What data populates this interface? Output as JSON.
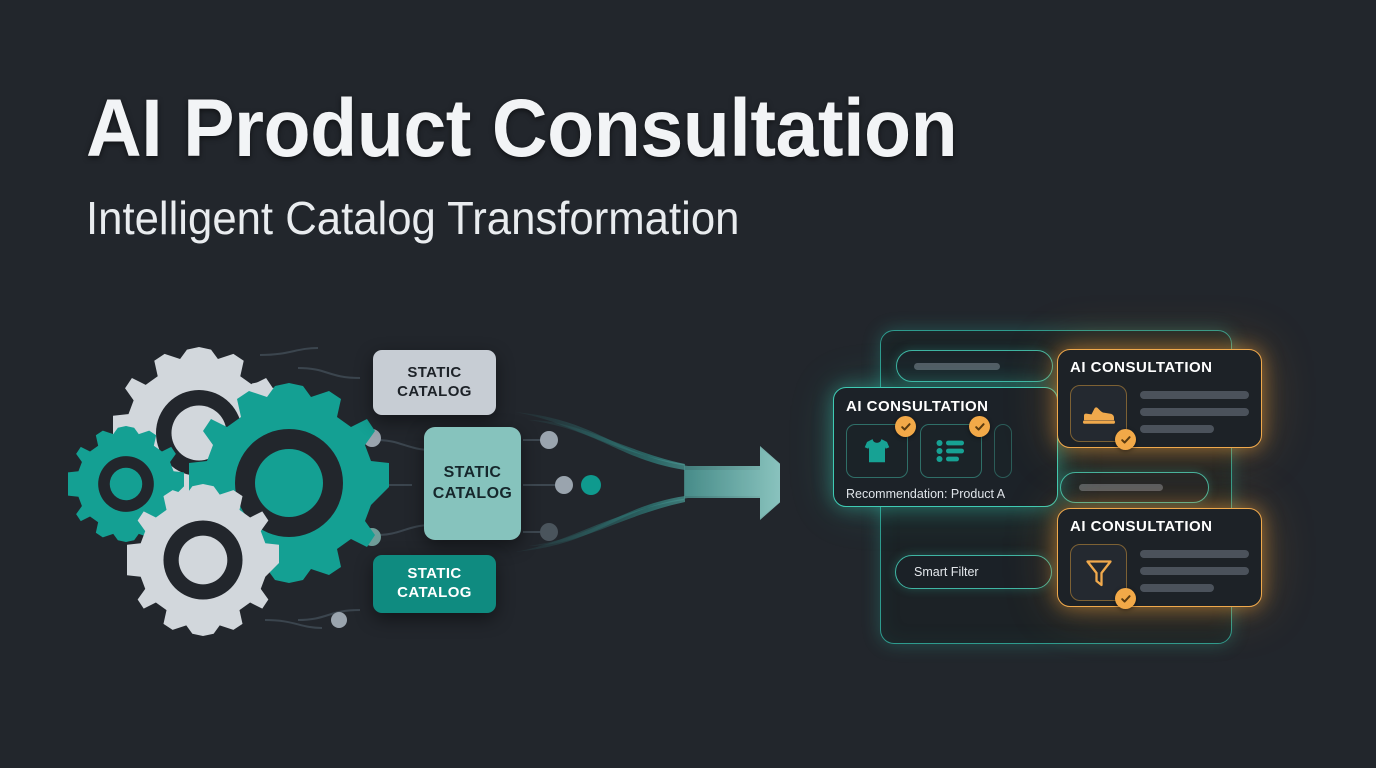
{
  "header": {
    "title": "AI Product Consultation",
    "subtitle": "Intelligent Catalog Transformation"
  },
  "colors": {
    "background": "#22262c",
    "teal": "#0f8b80",
    "teal_bright": "#3fcbb4",
    "teal_mid": "#86c3bd",
    "gear_gray": "#c7cdd4",
    "orange": "#f0a94c",
    "badge_orange": "#f2a948",
    "text_light": "#f2f4f6",
    "line_gray": "#4b525b"
  },
  "left_diagram": {
    "gears": [
      {
        "name": "gear-large-gray",
        "color": "#c7cdd4"
      },
      {
        "name": "gear-small-teal",
        "color": "#0f8b80"
      },
      {
        "name": "gear-tiny-gray",
        "color": "#c7cdd4"
      },
      {
        "name": "gear-large-teal",
        "color": "#0f9a8e"
      },
      {
        "name": "gear-bottom-gray",
        "color": "#c7cdd4"
      }
    ],
    "boxes": [
      {
        "id": "cat-top",
        "line1": "STATIC",
        "line2": "CATALOG",
        "style": "light-gray"
      },
      {
        "id": "cat-mid",
        "line1": "STATIC",
        "line2": "CATALOG",
        "style": "teal-mid"
      },
      {
        "id": "cat-bot",
        "line1": "STATIC",
        "line2": "CATALOG",
        "style": "teal-solid"
      }
    ],
    "arrow": {
      "name": "converging-arrow",
      "direction": "right"
    }
  },
  "right_panel": {
    "back_panel": {
      "name": "catalog-back-panel"
    },
    "pills": [
      {
        "id": "pill-top",
        "text": ""
      },
      {
        "id": "pill-mid",
        "text": ""
      },
      {
        "id": "pill-filter",
        "text": "Smart Filter"
      }
    ],
    "teal_card": {
      "title": "AI CONSULTATION",
      "recommendation": "Recommendation: Product A",
      "icons": [
        {
          "name": "tshirt-icon",
          "checked": true
        },
        {
          "name": "list-icon",
          "checked": true
        }
      ]
    },
    "orange_cards": [
      {
        "id": "oc-1",
        "title": "AI CONSULTATION",
        "icon": "shoe-icon",
        "checked": true,
        "lines": 3
      },
      {
        "id": "oc-2",
        "title": "AI CONSULTATION",
        "icon": "funnel-filter-icon",
        "checked": true,
        "lines": 3
      }
    ]
  }
}
